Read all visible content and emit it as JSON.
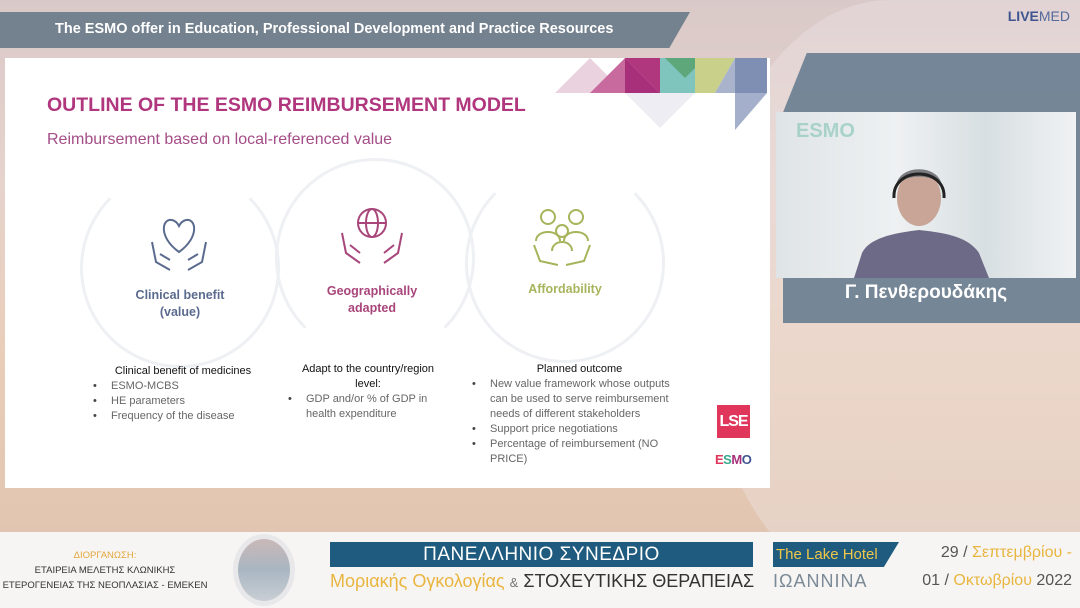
{
  "header": {
    "title": "The ESMO offer in Education, Professional Development and Practice Resources",
    "brand_bold": "LIVE",
    "brand_rest": "MED"
  },
  "slide": {
    "title": "OUTLINE OF THE ESMO REIMBURSEMENT MODEL",
    "subtitle": "Reimbursement based on local-referenced value",
    "pillars": [
      {
        "label_1": "Clinical benefit",
        "label_2": "(value)",
        "icon": "heart-hands-icon",
        "color": "#5b6b8e"
      },
      {
        "label_1": "Geographically",
        "label_2": "adapted",
        "icon": "globe-hands-icon",
        "color": "#a8457a"
      },
      {
        "label_1": "Affordability",
        "label_2": "",
        "icon": "people-group-icon",
        "color": "#a8b45c"
      }
    ],
    "columns": [
      {
        "heading": "Clinical benefit of medicines",
        "items": [
          "ESMO-MCBS",
          "HE parameters",
          "Frequency of the disease"
        ]
      },
      {
        "heading": "Adapt to the country/region level:",
        "items": [
          "GDP and/or % of GDP in health expenditure"
        ]
      },
      {
        "heading": "Planned outcome",
        "items": [
          "New value framework whose outputs can be used to serve reimbursement needs of different stakeholders",
          "Support price negotiations",
          "Percentage of reimbursement (NO PRICE)"
        ]
      }
    ],
    "logo_lse": "LSE",
    "logo_esmo": "ESMO"
  },
  "speaker": {
    "name": "Γ. Πενθερουδάκης"
  },
  "footer": {
    "organizer_label": "ΔΙΟΡΓΑΝΩΣΗ:",
    "organizer_line1": "ΕΤΑΙΡΕΙΑ ΜΕΛΕΤΗΣ ΚΛΩΝΙΚΗΣ",
    "organizer_line2": "ΕΤΕΡΟΓΕΝΕΙΑΣ ΤΗΣ ΝΕΟΠΛΑΣΙΑΣ - ΕΜΕΚΕΝ",
    "conference": "ΠΑΝΕΛΛΗΝΙΟ ΣΥΝΕΔΡΙΟ",
    "conf_part1": "Μοριακής Ογκολογίας",
    "conf_amp": "&",
    "conf_part2": "ΣΤΟΧΕΥΤΙΚΗΣ ΘΕΡΑΠΕΙΑΣ",
    "hotel": "The Lake Hotel",
    "city": "ΙΩΑΝΝΙΝΑ",
    "date1_day": "29 /",
    "date1_month": "Σεπτεμβρίου -",
    "date2_day": "01 /",
    "date2_month": "Οκτωβρίου",
    "date2_year": "2022"
  },
  "colors": {
    "title": "#b0367e",
    "banner": "#1e5b7e",
    "accent": "#e9b53f"
  }
}
